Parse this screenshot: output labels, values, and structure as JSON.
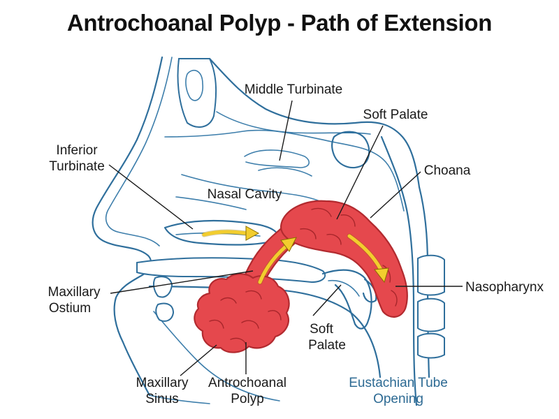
{
  "title": "Antrochoanal Polyp - Path of Extension",
  "labels": {
    "middle_turbinate": "Middle Turbinate",
    "soft_palate_top": "Soft Palate",
    "inferior_turbinate_1": "Inferior",
    "inferior_turbinate_2": "Turbinate",
    "choana": "Choana",
    "nasal_cavity": "Nasal Cavity",
    "maxillary_ostium_1": "Maxillary",
    "maxillary_ostium_2": "Ostium",
    "nasopharynx": "Nasopharynx",
    "soft_palate_bottom_1": "Soft",
    "soft_palate_bottom_2": "Palate",
    "maxillary_sinus_1": "Maxillary",
    "maxillary_sinus_2": "Sinus",
    "antrochoanal_polyp_1": "Antrochoanal",
    "antrochoanal_polyp_2": "Polyp",
    "eustachian_1": "Eustachian Tube",
    "eustachian_2": "Opening"
  },
  "colors": {
    "anatomy_outline": "#2f6f9c",
    "polyp_fill": "#e5484d",
    "arrow": "#f2cd2e",
    "eustachian_label": "#2d6a93"
  }
}
